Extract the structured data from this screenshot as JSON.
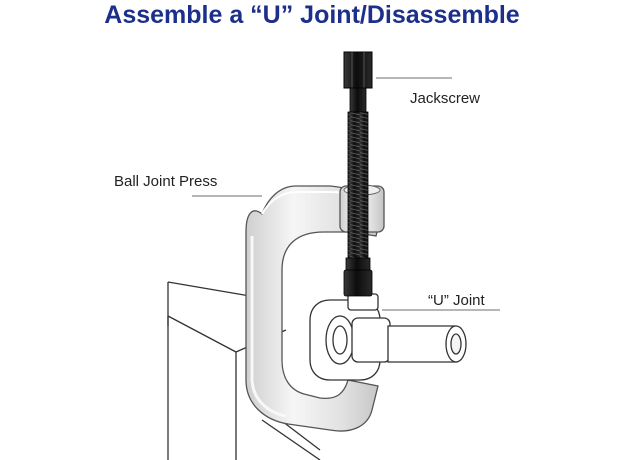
{
  "title": "Assemble a “U” Joint/Disassemble",
  "labels": {
    "jackscrew": "Jackscrew",
    "ball_joint_press": "Ball Joint Press",
    "u_joint": "“U” Joint"
  },
  "colors": {
    "title": "#1c2f8a",
    "press_body": "#e4e4e4",
    "screw": "#141414",
    "outline": "#555555",
    "leader_line": "#8a8a8a"
  }
}
